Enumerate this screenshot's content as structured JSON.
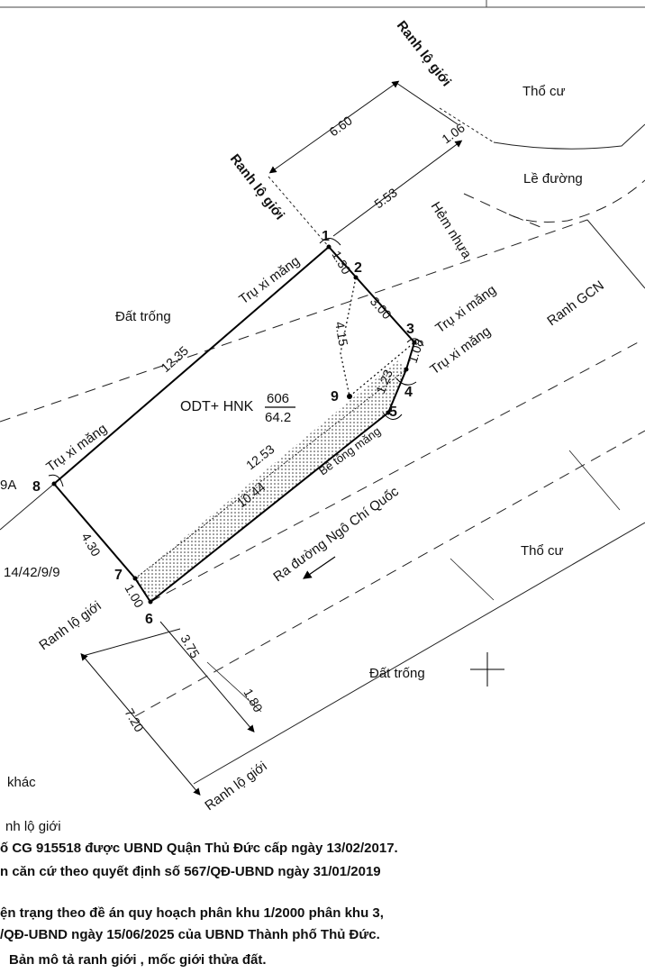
{
  "points": {
    "p1": "1",
    "p2": "2",
    "p3": "3",
    "p4": "4",
    "p5": "5",
    "p6": "6",
    "p7": "7",
    "p8": "8",
    "p9": "9"
  },
  "dimensions": {
    "d_6_60": "6.60",
    "d_1_06": "1.06",
    "d_5_53": "5.53",
    "d_1_30": "1.30",
    "d_3_00": "3.00",
    "d_4_15": "4.15",
    "d_1_08": "1.08",
    "d_1_23": "1.23",
    "d_12_35": "12.35",
    "d_12_53": "12.53",
    "d_10_44": "10.44",
    "d_4_30": "4.30",
    "d_1_00": "1.00",
    "d_3_75": "3.75",
    "d_1_80": "1.80",
    "d_7_20": "7.20"
  },
  "labels": {
    "ranh_lo_gioi": "Ranh lộ giới",
    "tho_cu": "Thổ cư",
    "le_duong": "Lề đường",
    "hem_nhua": "Hẻm nhựa",
    "ranh_gcn": "Ranh GCN",
    "dat_trong": "Đất trống",
    "tru_xi_mang": "Trụ xi măng",
    "be_tong_mang": "Bê tông măng",
    "odt_hnk": "ODT+ HNK",
    "parcel_no": "606",
    "area": "64.2",
    "ra_duong": "Ra đường Ngô Chí Quốc",
    "left_9a": "9A",
    "left_addr": "14/42/9/9",
    "khac": "khác"
  },
  "notes": [
    "nh lộ giới",
    "ố CG 915518 được UBND Quận Thủ Đức cấp ngày 13/02/2017.",
    "n căn cứ theo quyết định số 567/QĐ-UBND ngày 31/01/2019",
    "ện trạng theo đề án quy hoạch phân khu 1/2000 phân khu 3,",
    "/QĐ-UBND ngày 15/06/2025 của UBND Thành phố Thủ Đức.",
    "Bản mô tả ranh giới , mốc giới thửa đất."
  ]
}
